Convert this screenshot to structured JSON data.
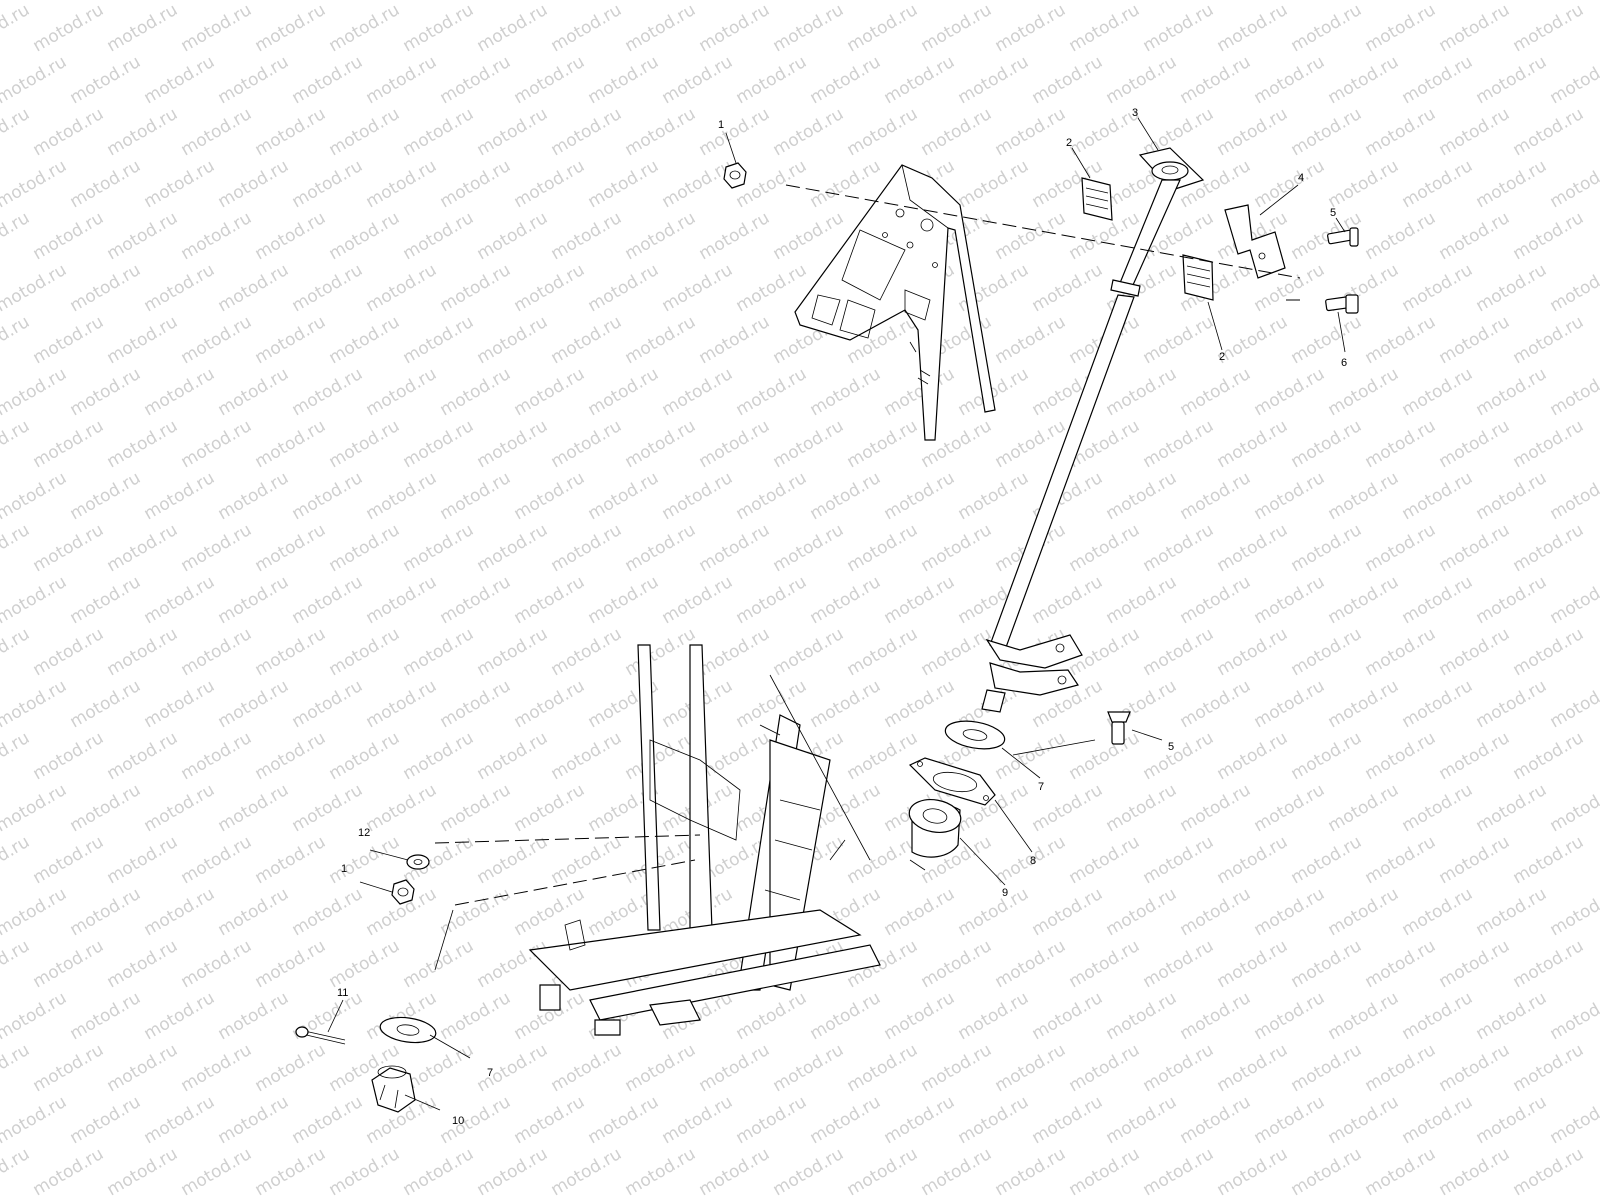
{
  "watermark": {
    "text": "motod.ru",
    "color": "#cfcfcf"
  },
  "callouts": {
    "c1a": "1",
    "c1b": "1",
    "c2a": "2",
    "c2b": "2",
    "c3": "3",
    "c4": "4",
    "c5a": "5",
    "c5b": "5",
    "c6": "6",
    "c7a": "7",
    "c7b": "7",
    "c8": "8",
    "c9": "9",
    "c10": "10",
    "c11": "11",
    "c12": "12"
  }
}
